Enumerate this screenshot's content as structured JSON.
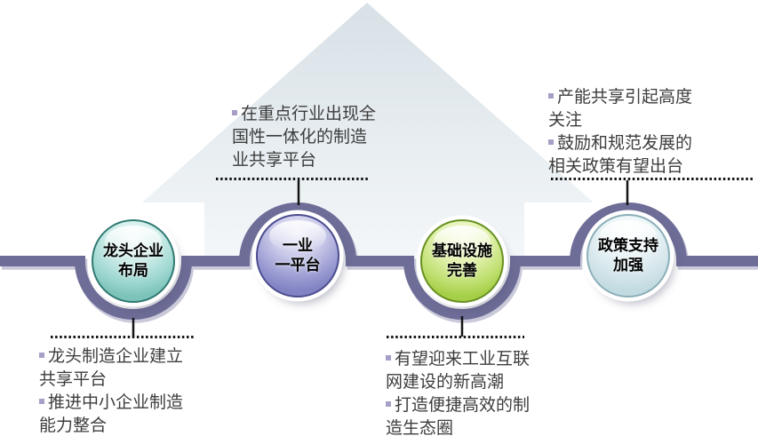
{
  "colors": {
    "background": "#ffffff",
    "bar": "#6d6d97",
    "bar_shadow": "#c9c9da",
    "arrow_top": "#d8e1e7",
    "arrow_bottom": "#f5f8fa",
    "connector": "#141414",
    "annotation_text": "#3d3d3d",
    "bullet": "#a79fc7"
  },
  "timeline": {
    "milestones": [
      {
        "line1": "龙头企业",
        "line2": "布局",
        "g1": "#f0fbf9",
        "g2": "#cdece8",
        "g3": "#9bd6cf",
        "g4": "#7cc3ba",
        "edge": "#2f7a72"
      },
      {
        "line1": "一业",
        "line2": "一平台",
        "g1": "#eaeaf9",
        "g2": "#c9c9e9",
        "g3": "#9a9bd2",
        "g4": "#8183c3",
        "edge": "#4c4c90"
      },
      {
        "line1": "基础设施",
        "line2": "完善",
        "g1": "#f5fbdd",
        "g2": "#e2f1ae",
        "g3": "#bfdf70",
        "g4": "#a6cf48",
        "edge": "#66901f"
      },
      {
        "line1": "政策支持",
        "line2": "加强",
        "g1": "#fcfeff",
        "g2": "#eaf4f6",
        "g3": "#d2e4e9",
        "g4": "#c2dbe1",
        "edge": "#8cafb9"
      }
    ]
  },
  "annotations": {
    "top_left": {
      "items": [
        "在重点行业出现全国性一体化的制造业共享平台"
      ]
    },
    "top_right": {
      "items": [
        "产能共享引起高度关注",
        "鼓励和规范发展的相关政策有望出台"
      ]
    },
    "bottom_left": {
      "items": [
        "龙头制造企业建立共享平台",
        "推进中小企业制造能力整合"
      ]
    },
    "bottom_right": {
      "items": [
        "有望迎来工业互联网建设的新高潮",
        "打造便捷高效的制造生态圈"
      ]
    }
  }
}
